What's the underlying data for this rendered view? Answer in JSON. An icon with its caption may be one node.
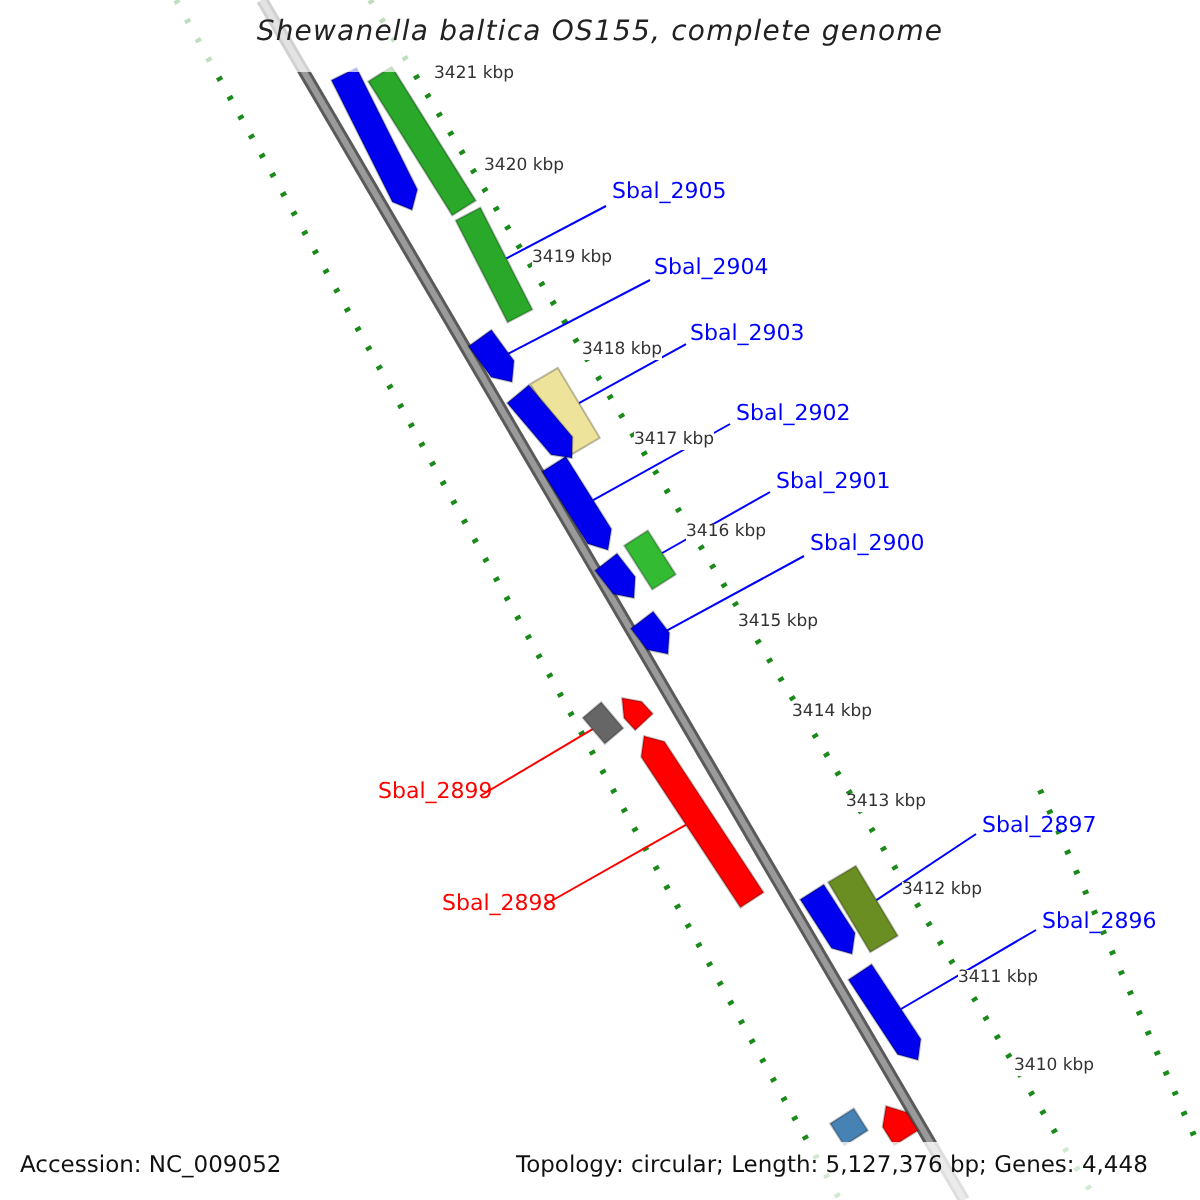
{
  "diagram": {
    "title": "Shewanella baltica OS155, complete genome",
    "nodes": [
      {
        "text": [
          "Sbal_2905"
        ]
      },
      {
        "text": [
          "Sbal_2904"
        ]
      },
      {
        "text": [
          "Sbal_2903"
        ]
      },
      {
        "text": [
          "Sbal_2902"
        ]
      },
      {
        "text": [
          "Sbal_2901"
        ]
      },
      {
        "text": [
          "Sbal_2900"
        ]
      },
      {
        "text": [
          "Sbal_2899"
        ]
      },
      {
        "text": [
          "Sbal_2898"
        ]
      },
      {
        "text": [
          "Sbal_2897"
        ]
      },
      {
        "text": [
          "Sbal_2896"
        ]
      },
      {
        "text": [],
        "shape": "bar"
      },
      {
        "text": [],
        "shape": "bar"
      },
      {
        "text": [],
        "shape": "bar"
      },
      {
        "text": [],
        "shape": "bar"
      },
      {
        "text": [],
        "shape": "bar"
      },
      {
        "text": [],
        "shape": "bar"
      },
      {
        "text": [],
        "shape": "bar"
      },
      {
        "text": [],
        "shape": "bar"
      },
      {
        "text": [],
        "shape": "bar"
      },
      {
        "text": [],
        "shape": "bar"
      },
      {
        "text": [],
        "shape": "bar"
      },
      {
        "text": [],
        "shape": "bar"
      },
      {
        "text": [],
        "shape": "bar"
      },
      {
        "text": [],
        "shape": "bar"
      },
      {
        "text": [],
        "shape": "bar"
      },
      {
        "text": [],
        "shape": "bar"
      },
      {
        "text": [],
        "shape": "bar"
      },
      {
        "text": [],
        "shape": "bar"
      }
    ],
    "edges": [
      {
        "from": 0,
        "to": 12,
        "arrow": "none"
      },
      {
        "from": 1,
        "to": 13,
        "arrow": "none"
      },
      {
        "from": 2,
        "to": 14,
        "arrow": "none"
      },
      {
        "from": 3,
        "to": 16,
        "arrow": "none"
      },
      {
        "from": 4,
        "to": 17,
        "arrow": "none"
      },
      {
        "from": 5,
        "to": 19,
        "arrow": "none"
      },
      {
        "from": 6,
        "to": 21,
        "arrow": "none",
        "color": "#ff0000"
      },
      {
        "from": 7,
        "to": 22,
        "arrow": "none",
        "color": "#ff0000"
      },
      {
        "from": 8,
        "to": 23,
        "arrow": "none"
      },
      {
        "from": 9,
        "to": 25,
        "arrow": "none"
      }
    ],
    "labels": [
      "3421 kbp",
      "3420 kbp",
      "3419 kbp",
      "3418 kbp",
      "3417 kbp",
      "3416 kbp",
      "3415 kbp",
      "3414 kbp",
      "3413 kbp",
      "3412 kbp",
      "3411 kbp",
      "3410 kbp",
      "Accession: NC_009052",
      "Topology: circular; Length: 5,127,376 bp; Genes: 4,448"
    ]
  }
}
